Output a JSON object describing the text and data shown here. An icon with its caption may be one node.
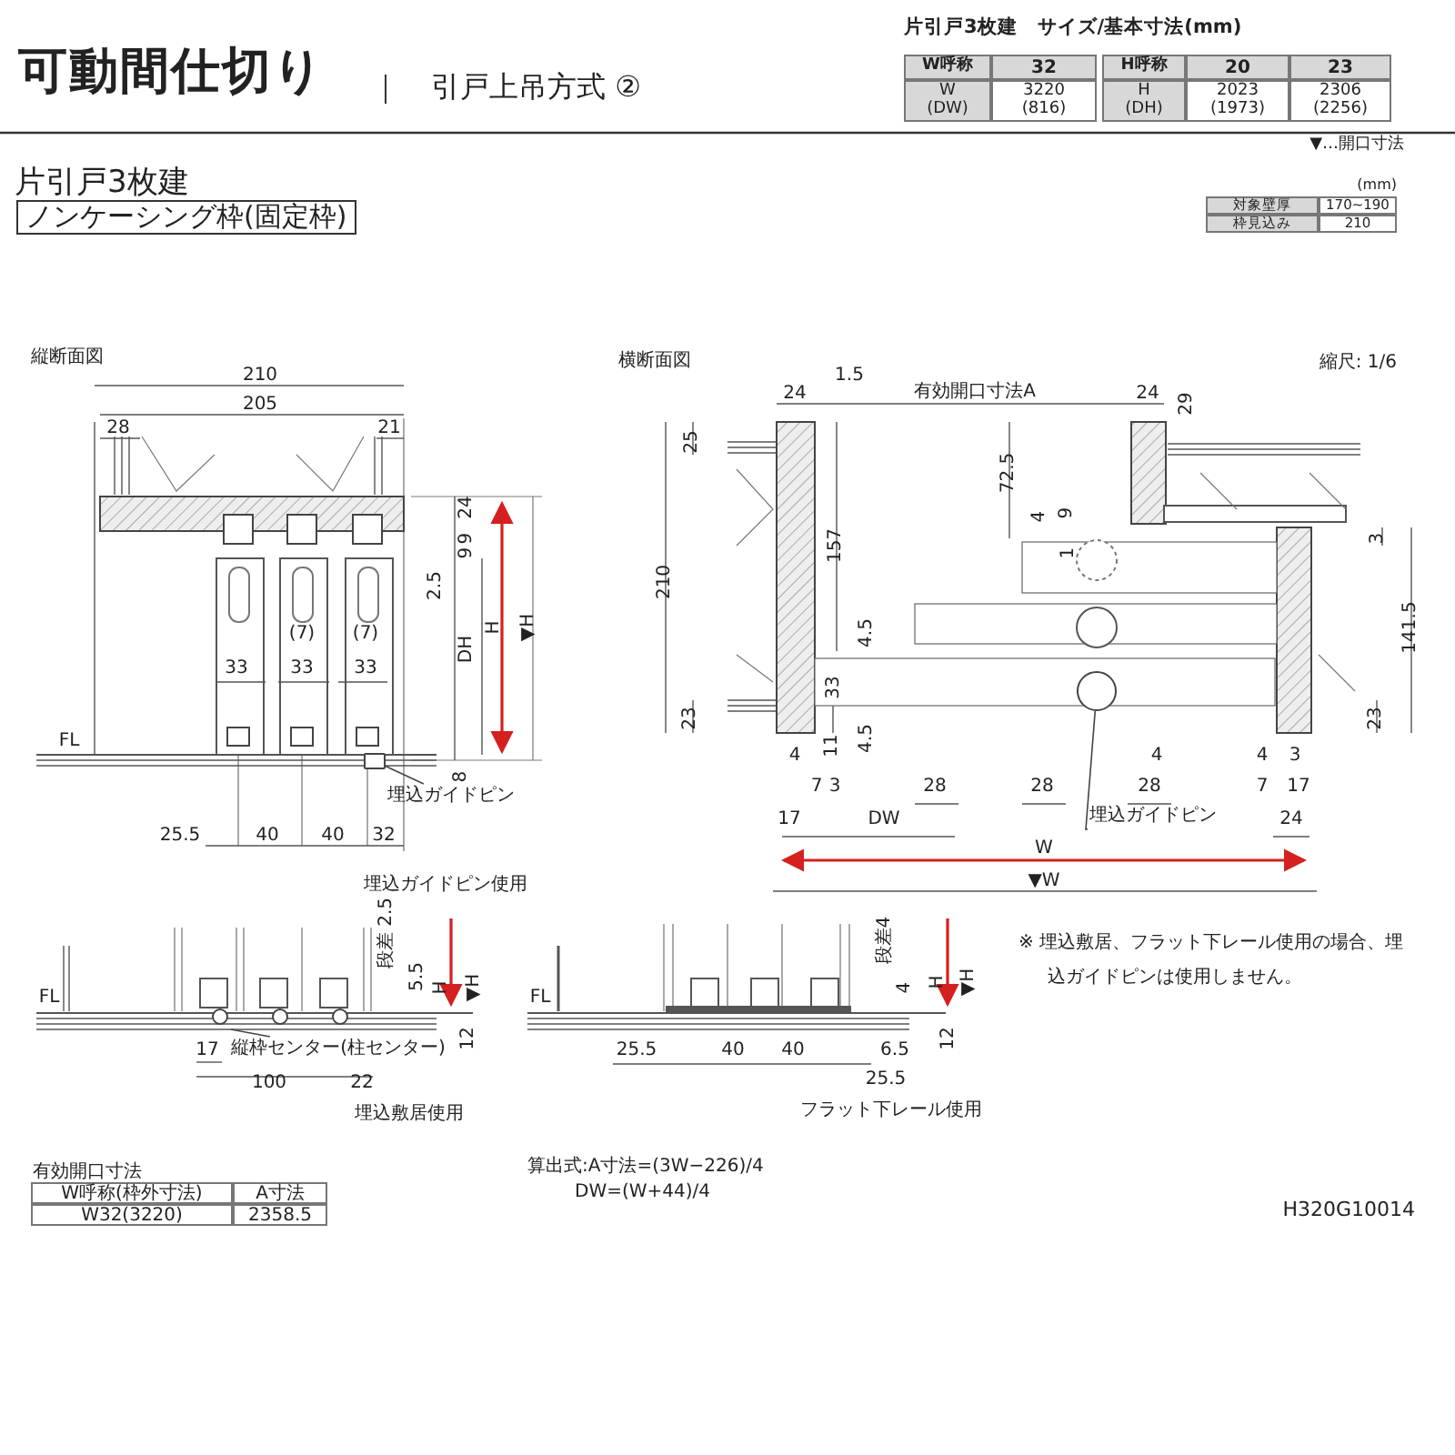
{
  "diagram": {
    "title": "可動間仕切り",
    "nodes": [
      {
        "text": [
          "埋込ガイドピン"
        ]
      },
      {
        "text": [],
        "shape": "box"
      },
      {
        "text": [
          "埋込ガイドピン"
        ]
      },
      {
        "text": [],
        "shape": "circle"
      },
      {
        "text": [
          "縦枠センター(柱センター)"
        ]
      }
    ],
    "edges": [
      {
        "from": 0,
        "to": 1,
        "arrow": "none"
      },
      {
        "from": 2,
        "to": 3,
        "arrow": "none"
      },
      {
        "from": 4,
        "to": null,
        "arrow": "none"
      }
    ],
    "labels": [
      "引戸上吊方式 ②",
      "片引戸3枚建　サイズ/基本寸法(mm)",
      "W呼称",
      "32",
      "H呼称",
      "20",
      "23",
      "W (DW)",
      "3220 (816)",
      "H (DH)",
      "2023 (1973)",
      "2306 (2256)",
      "▼…開口寸法",
      "片引戸3枚建",
      "ノンケーシング枠(固定枠)",
      "(mm)",
      "対象壁厚",
      "170~190",
      "枠見込み",
      "210",
      "縦断面図",
      "210",
      "205",
      "28",
      "21",
      "24",
      "9",
      "9",
      "2.5",
      "(7)",
      "(7)",
      "33",
      "33",
      "33",
      "DH",
      "H",
      "▼H",
      "FL",
      "8",
      "25.5",
      "40",
      "40",
      "32",
      "横断面図",
      "縮尺: 1/6",
      "1.5",
      "24",
      "有効開口寸法A",
      "24",
      "29",
      "25",
      "72.5",
      "157",
      "210",
      "4",
      "9",
      "3",
      "1",
      "141.5",
      "4.5",
      "33",
      "23",
      "23",
      "11",
      "4.5",
      "4",
      "4",
      "4",
      "3",
      "7",
      "3",
      "28",
      "28",
      "28",
      "7",
      "17",
      "17",
      "DW",
      "24",
      "W",
      "埋込ガイドピン使用",
      "▼W",
      "段差 2.5",
      "5.5",
      "H",
      "▼H",
      "FL",
      "12",
      "17",
      "100",
      "22",
      "埋込敷居使用",
      "段差4",
      "4",
      "H",
      "▼H",
      "FL",
      "12",
      "25.5",
      "40",
      "40",
      "6.5",
      "25.5",
      "フラット下レール使用",
      "※ 埋込敷居、フラット下レール使用の場合、埋込ガイドピンは使用しません。",
      "有効開口寸法",
      "W呼称(枠外寸法)",
      "A寸法",
      "W32(3220)",
      "2358.5",
      "算出式:A寸法=(3W−226)/4",
      "DW=(W+44)/4",
      "H320G10014"
    ]
  }
}
